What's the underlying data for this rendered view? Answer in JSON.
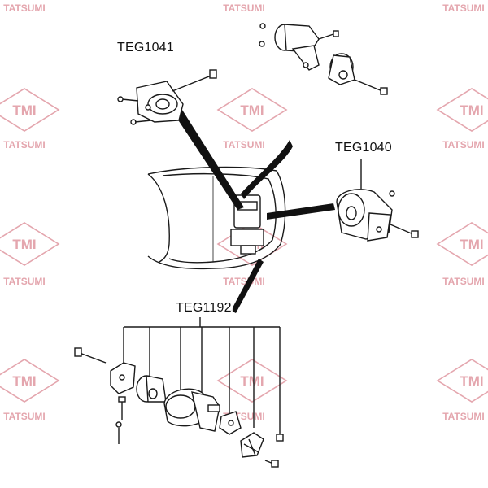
{
  "watermark": {
    "logo_text": "TMI",
    "brand_text": "TATSUMI",
    "color": "#e4a6ae"
  },
  "labels": {
    "teg1041": "TEG1041",
    "teg1040": "TEG1040",
    "teg1192": "TEG1192"
  },
  "colors": {
    "ink": "#1a1a1a",
    "pointer": "#111111"
  }
}
